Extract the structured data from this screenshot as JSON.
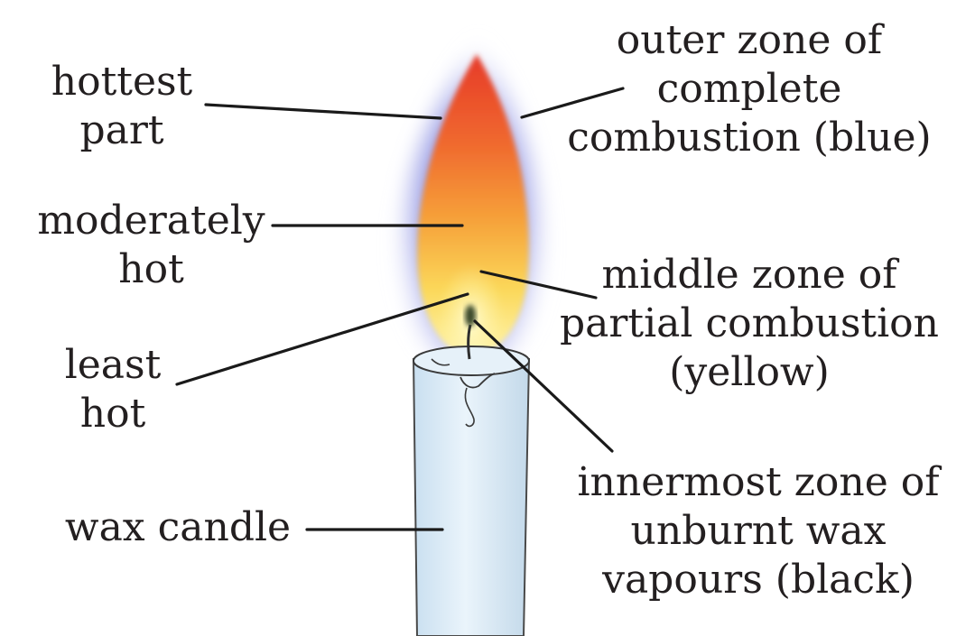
{
  "labels": {
    "hottest_part": [
      "hottest",
      "part"
    ],
    "moderately_hot": [
      "moderately",
      "hot"
    ],
    "least_hot": [
      "least",
      "hot"
    ],
    "wax_candle": [
      "wax candle"
    ],
    "outer_zone": [
      "outer zone of",
      "complete",
      "combustion (blue)"
    ],
    "middle_zone": [
      "middle zone of",
      "partial combustion",
      "(yellow)"
    ],
    "innermost_zone": [
      "innermost zone of",
      "unburnt wax",
      "vapours (black)"
    ]
  },
  "colors": {
    "text": "#231f20",
    "line": "#1a1a1a",
    "candle_body": "#d7e8f4",
    "candle_outline": "#4a4a4a",
    "flame_outer_blue": "#6a70c8",
    "flame_red": "#e8432a",
    "flame_orange": "#f48a2c",
    "flame_yellow": "#fbe36a",
    "wick": "#3b4a2a"
  }
}
